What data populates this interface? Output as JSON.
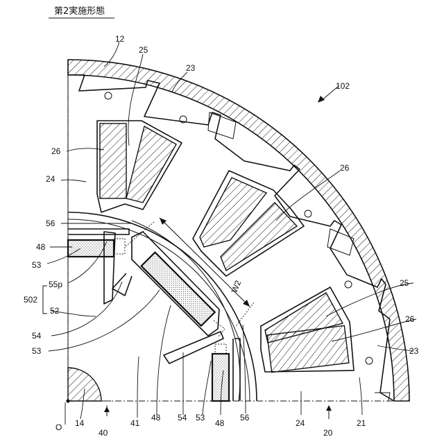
{
  "title": "第2実施形態",
  "labels": {
    "l12": "12",
    "l25a": "25",
    "l23a": "23",
    "l102": "102",
    "l26a": "26",
    "l24a": "24",
    "l26b": "26",
    "l56a": "56",
    "l48a": "48",
    "l53a": "53",
    "l55p": "55p",
    "l502": "502",
    "l52": "52",
    "lw2": "W2",
    "l25b": "25",
    "l26c": "26",
    "l23b": "23",
    "l54a": "54",
    "l53b": "53",
    "lO": "O",
    "l14": "14",
    "l40": "40",
    "l41": "41",
    "l48b": "48",
    "l54b": "54",
    "l53c": "53",
    "l48c": "48",
    "l56b": "56",
    "l24b": "24",
    "l20": "20",
    "l21": "21"
  }
}
